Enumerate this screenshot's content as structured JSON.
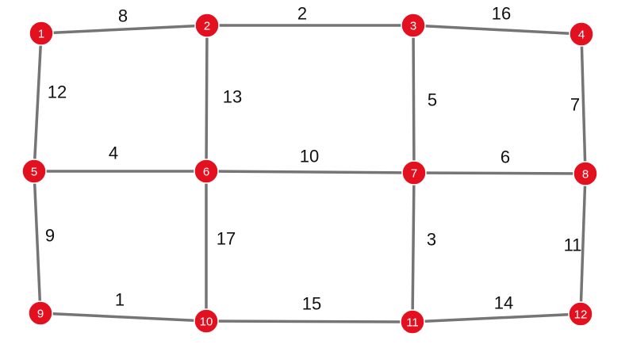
{
  "colors": {
    "node_fill": "#e3101f",
    "node_text": "#ffffff",
    "edge_stroke": "#757575",
    "weight_text": "#111111",
    "background": "#ffffff"
  },
  "graph": {
    "nodes": [
      {
        "id": "1"
      },
      {
        "id": "2"
      },
      {
        "id": "3"
      },
      {
        "id": "4"
      },
      {
        "id": "5"
      },
      {
        "id": "6"
      },
      {
        "id": "7"
      },
      {
        "id": "8"
      },
      {
        "id": "9"
      },
      {
        "id": "10"
      },
      {
        "id": "11"
      },
      {
        "id": "12"
      }
    ],
    "edges": [
      {
        "from": "1",
        "to": "2",
        "weight": "8"
      },
      {
        "from": "2",
        "to": "3",
        "weight": "2"
      },
      {
        "from": "3",
        "to": "4",
        "weight": "16"
      },
      {
        "from": "1",
        "to": "5",
        "weight": "12"
      },
      {
        "from": "2",
        "to": "6",
        "weight": "13"
      },
      {
        "from": "3",
        "to": "7",
        "weight": "5"
      },
      {
        "from": "4",
        "to": "8",
        "weight": "7"
      },
      {
        "from": "5",
        "to": "6",
        "weight": "4"
      },
      {
        "from": "6",
        "to": "7",
        "weight": "10"
      },
      {
        "from": "7",
        "to": "8",
        "weight": "6"
      },
      {
        "from": "5",
        "to": "9",
        "weight": "9"
      },
      {
        "from": "6",
        "to": "10",
        "weight": "17"
      },
      {
        "from": "7",
        "to": "11",
        "weight": "3"
      },
      {
        "from": "8",
        "to": "12",
        "weight": "11"
      },
      {
        "from": "9",
        "to": "10",
        "weight": "1"
      },
      {
        "from": "10",
        "to": "11",
        "weight": "15"
      },
      {
        "from": "11",
        "to": "12",
        "weight": "14"
      }
    ]
  }
}
